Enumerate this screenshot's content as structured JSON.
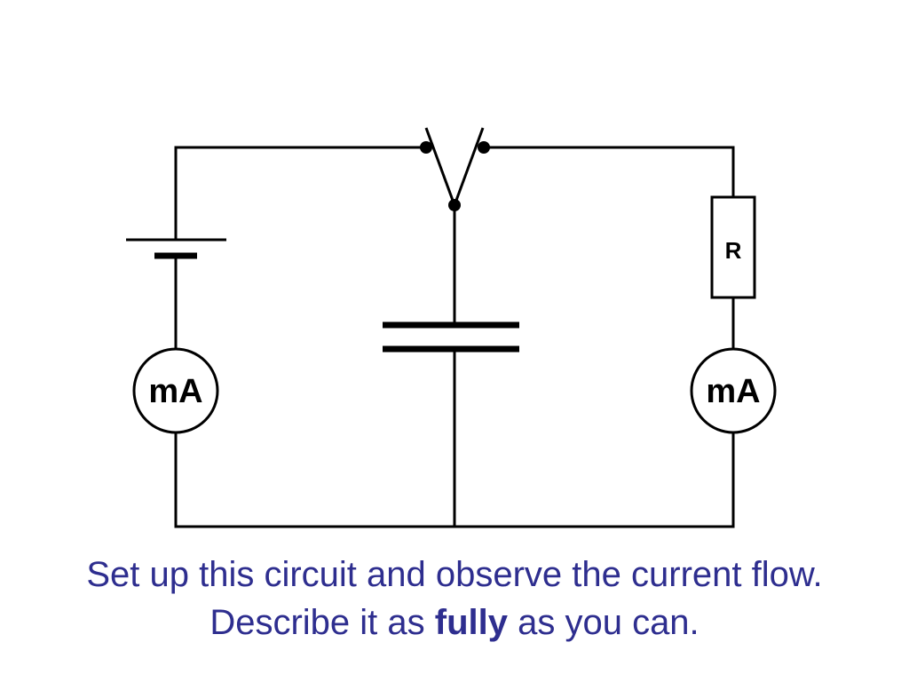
{
  "circuit": {
    "left_meter_label": "mA",
    "right_meter_label": "mA",
    "resistor_label": "R"
  },
  "caption": {
    "line1": "Set up this circuit and observe the current flow.",
    "line2_before": "Describe it as ",
    "line2_bold": "fully",
    "line2_after": " as you can."
  },
  "colors": {
    "caption_text": "#2e2e8f",
    "lines": "#000000"
  }
}
